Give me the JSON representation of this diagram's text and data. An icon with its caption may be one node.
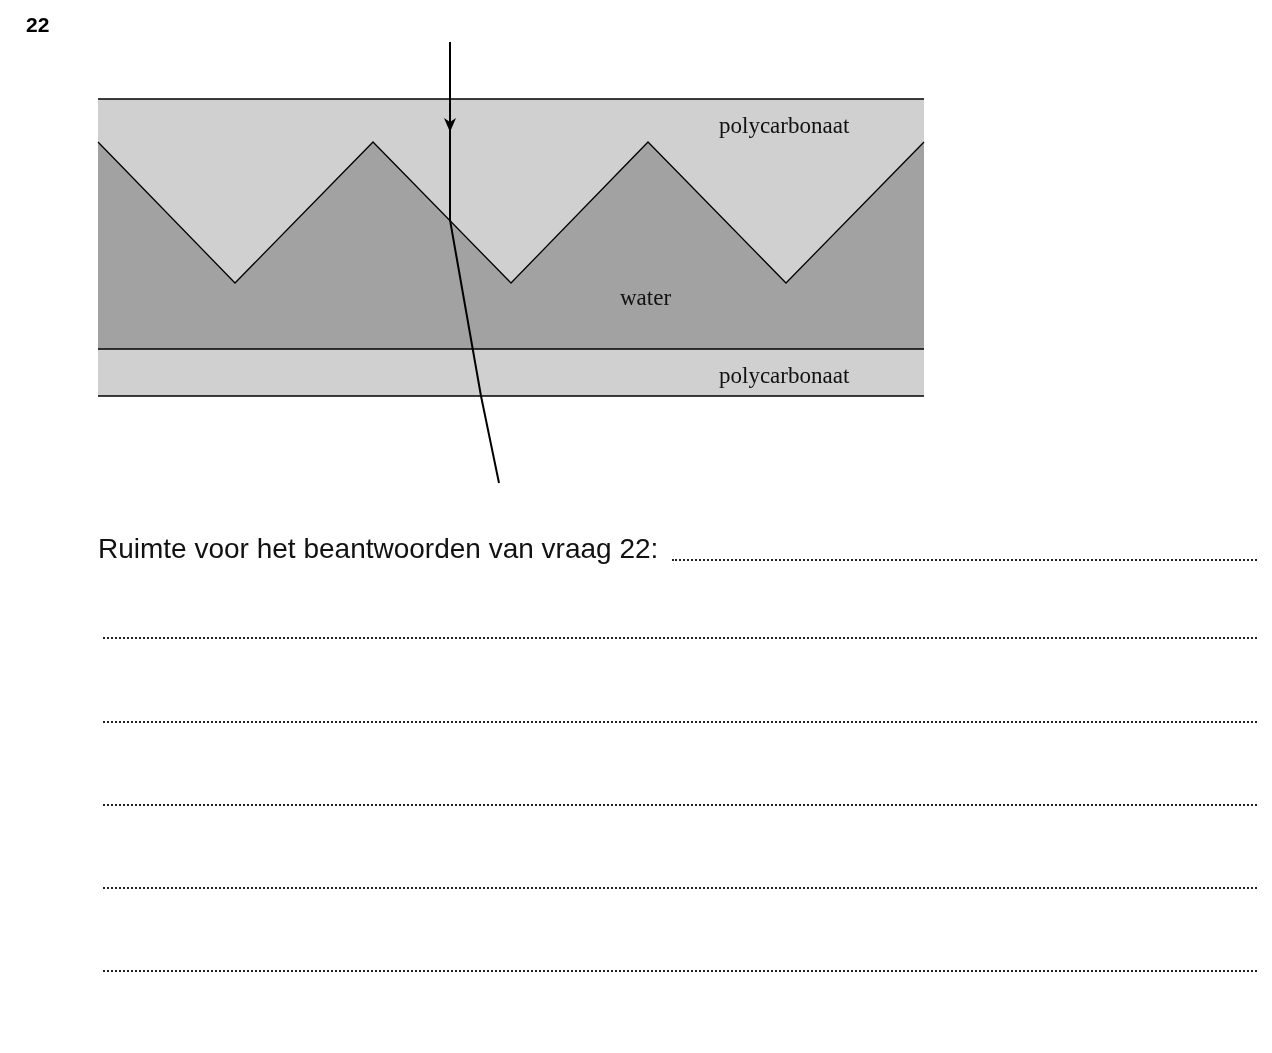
{
  "diagram": {
    "labels": [
      "22",
      "polycarbonaat",
      "water",
      "polycarbonaat",
      "Ruimte voor het beantwoorden van vraag 22:"
    ]
  }
}
